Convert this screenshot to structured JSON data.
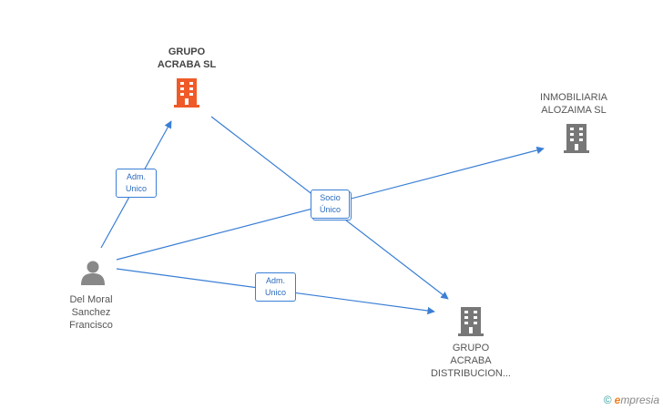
{
  "colors": {
    "edge": "#3a7fd5",
    "company_focus": "#f05a28",
    "company": "#777777",
    "person": "#888888"
  },
  "nodes": {
    "grupo_acraba": {
      "lines": [
        "GRUPO",
        "ACRABA SL"
      ],
      "icon": "building-icon"
    },
    "inmobiliaria": {
      "lines": [
        "INMOBILIARIA",
        "ALOZAIMA SL"
      ],
      "icon": "building-icon"
    },
    "grupo_distribucion": {
      "lines": [
        "GRUPO",
        "ACRABA",
        "DISTRIBUCION..."
      ],
      "icon": "building-icon"
    },
    "person": {
      "lines": [
        "Del Moral",
        "Sanchez",
        "Francisco"
      ],
      "icon": "person-icon"
    }
  },
  "edges": {
    "adm_acraba": [
      "Adm.",
      "Unico"
    ],
    "socio_unico": [
      "Socio",
      "Único"
    ],
    "adm_distribucion": [
      "Adm.",
      "Unico"
    ]
  },
  "footer": {
    "copyright": "©",
    "brand_initial": "e",
    "brand_rest": "mpresia"
  }
}
